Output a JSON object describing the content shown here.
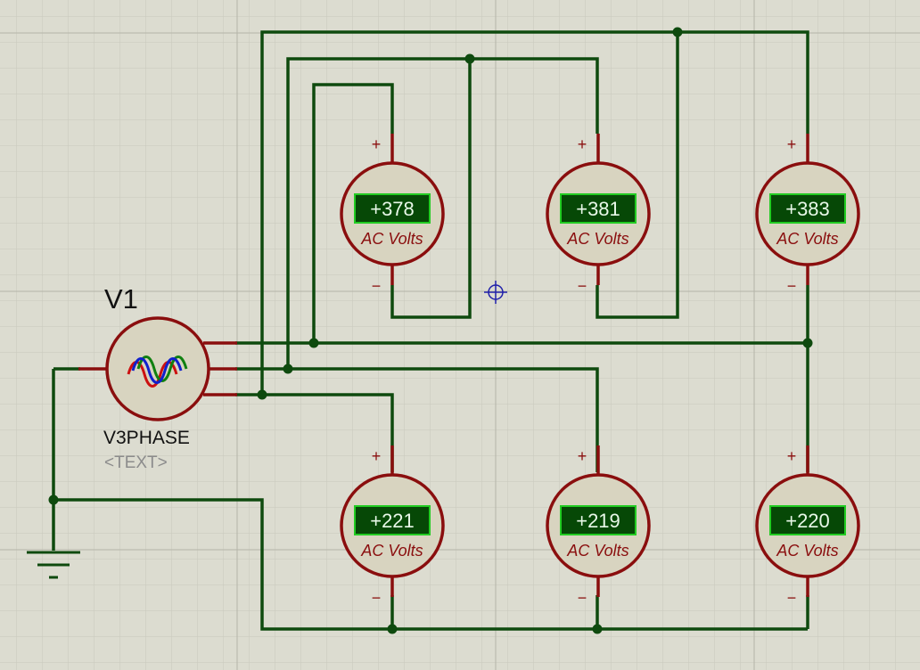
{
  "colors": {
    "background": "#dcdcd0",
    "grid_minor": "#c8c8bc",
    "grid_major": "#b4b4a8",
    "wire": "#0e4a0e",
    "component_outline": "#8a0e0e",
    "meter_body": "#d8d4c0",
    "display_bg": "#064806",
    "display_text": "#e8f8e8",
    "display_border": "#22cc22",
    "source_wave_red": "#cc1010",
    "source_wave_blue": "#1020cc",
    "source_wave_green": "#108010",
    "cursor": "#2020aa",
    "text_dark": "#111111",
    "text_gray": "#8c8c8c"
  },
  "source": {
    "ref": "V1",
    "type": "V3PHASE",
    "text_placeholder": "<TEXT>",
    "icon": "three-phase-waves-icon"
  },
  "meters": [
    {
      "id": "m1",
      "reading": "+378",
      "label": "AC Volts",
      "plus": "+",
      "minus": "−"
    },
    {
      "id": "m2",
      "reading": "+381",
      "label": "AC Volts",
      "plus": "+",
      "minus": "−"
    },
    {
      "id": "m3",
      "reading": "+383",
      "label": "AC Volts",
      "plus": "+",
      "minus": "−"
    },
    {
      "id": "m4",
      "reading": "+221",
      "label": "AC Volts",
      "plus": "+",
      "minus": "−"
    },
    {
      "id": "m5",
      "reading": "+219",
      "label": "AC Volts",
      "plus": "+",
      "minus": "−"
    },
    {
      "id": "m6",
      "reading": "+220",
      "label": "AC Volts",
      "plus": "+",
      "minus": "−"
    }
  ],
  "ground": {
    "icon": "ground-icon"
  },
  "cursor": {
    "icon": "crosshair-cursor-icon"
  }
}
